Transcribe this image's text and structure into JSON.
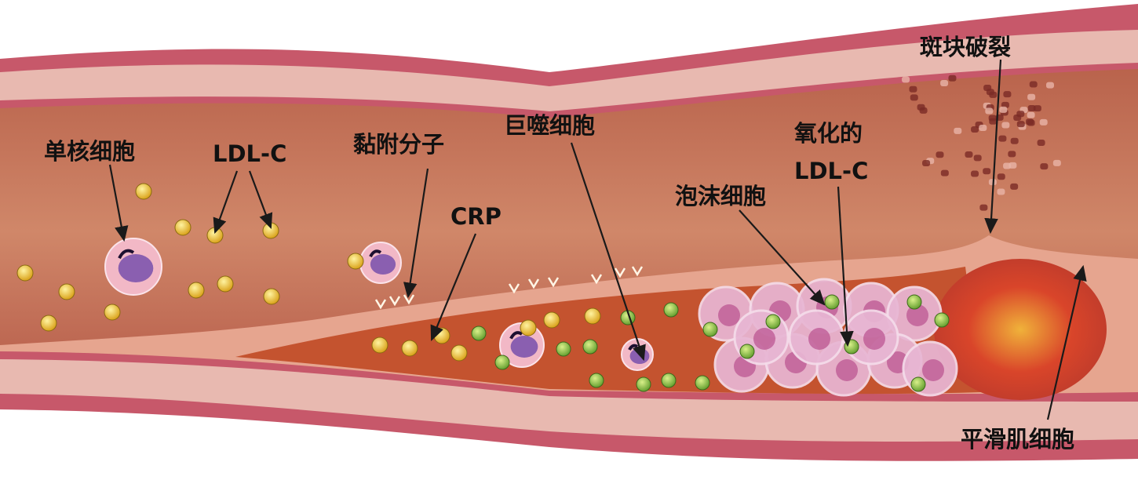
{
  "title": "动脉粥样硬化斑块形成示意图",
  "labels": {
    "monocyte": "单核细胞",
    "ldl_c": "LDL-C",
    "adhesion_molecule": "黏附分子",
    "macrophage": "巨噬细胞",
    "crp": "CRP",
    "oxidized_line1": "氧化的",
    "oxidized_line2": "LDL-C",
    "foam_cell": "泡沫细胞",
    "plaque_rupture": "斑块破裂",
    "smooth_muscle_cell": "平滑肌细胞"
  },
  "colors": {
    "wall_outer": "#c7586a",
    "wall_mid": "#e8b4ae",
    "lumen": "#c9765a",
    "plaque": "#e7a08c",
    "ldl": "#e6b51d",
    "monocyte": "#8a5fb0",
    "foam": "#e3a6cc",
    "rupture": "#d9452a"
  }
}
